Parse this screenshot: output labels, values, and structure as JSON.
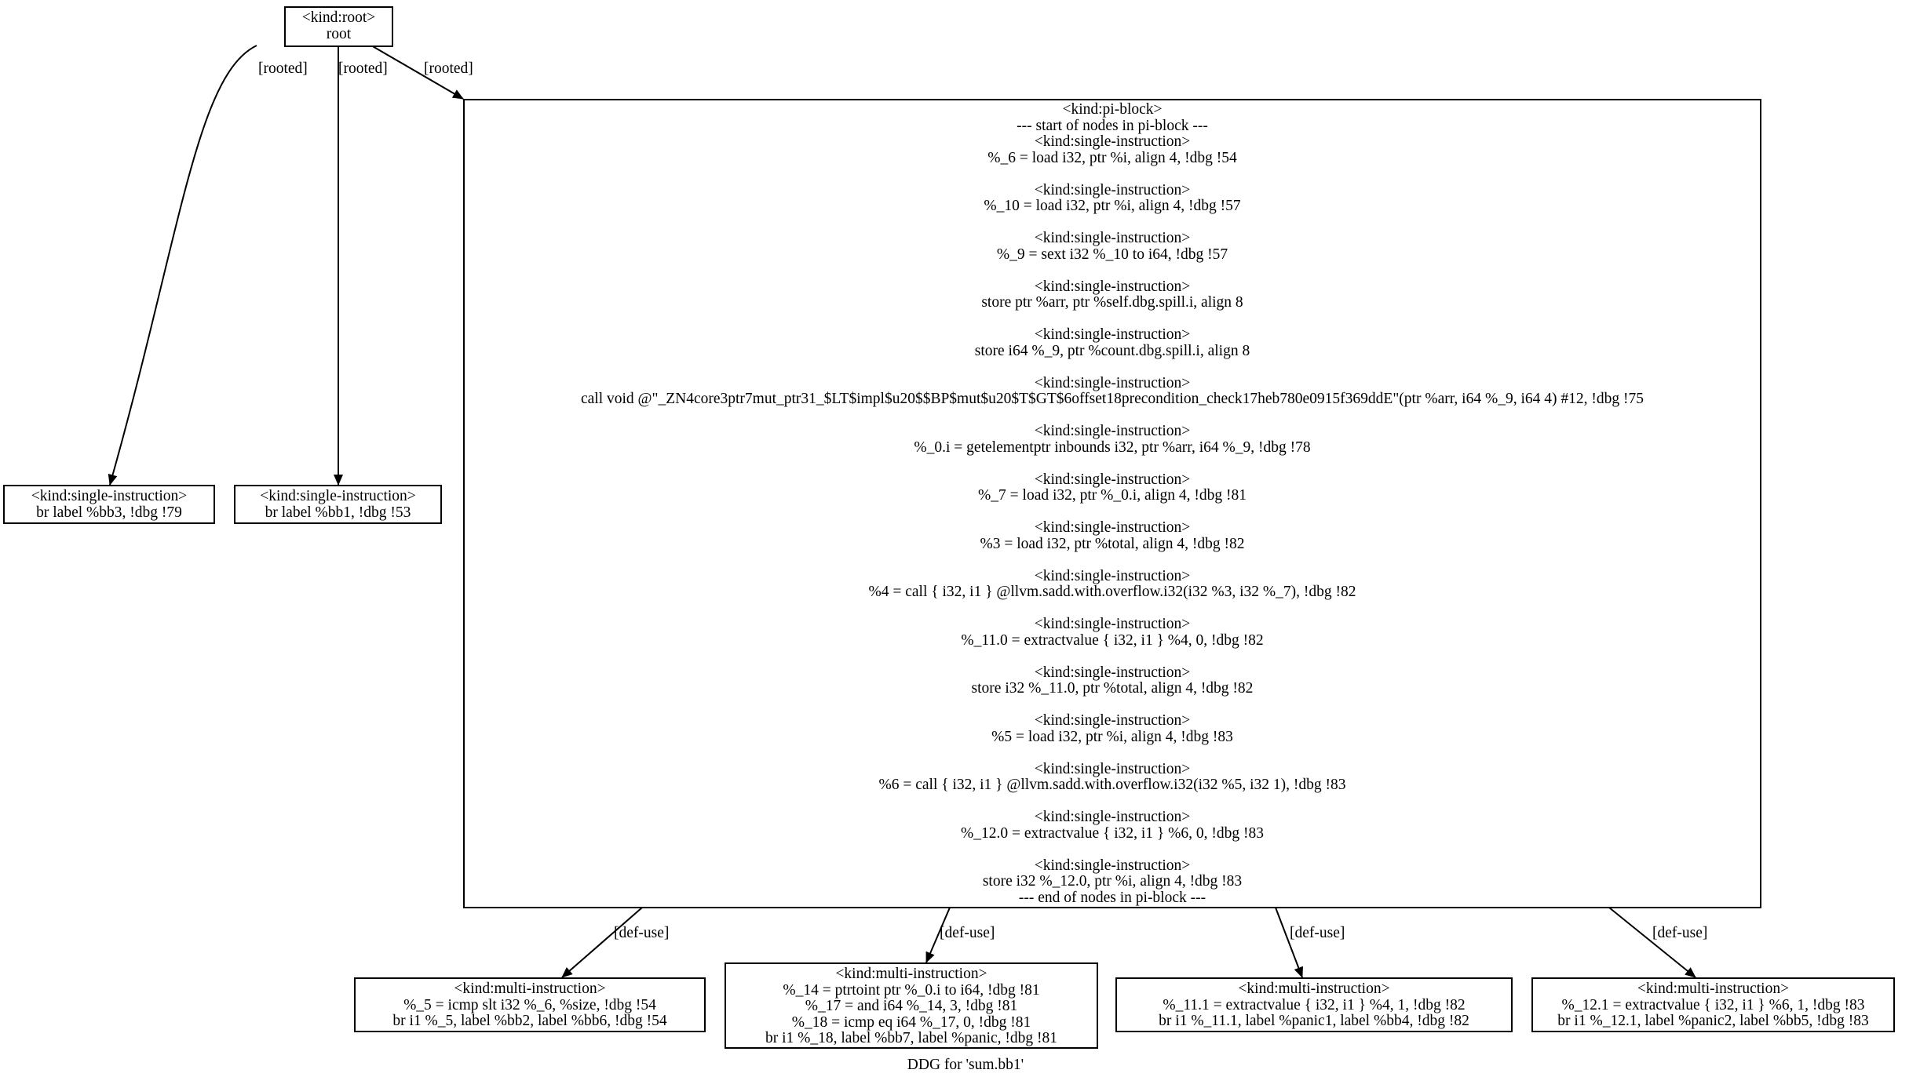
{
  "title": "DDG for 'sum.bb1'",
  "nodes": {
    "root": {
      "lines": [
        "<kind:root>",
        "root"
      ]
    },
    "leaf1": {
      "lines": [
        "<kind:single-instruction>",
        "br label %bb3, !dbg !79"
      ]
    },
    "leaf2": {
      "lines": [
        "<kind:single-instruction>",
        "br label %bb1, !dbg !53"
      ]
    },
    "pi": {
      "lines": [
        "<kind:pi-block>",
        "--- start of nodes in pi-block ---",
        "<kind:single-instruction>",
        "%_6 = load i32, ptr %i, align 4, !dbg !54",
        "",
        "<kind:single-instruction>",
        "%_10 = load i32, ptr %i, align 4, !dbg !57",
        "",
        "<kind:single-instruction>",
        "%_9 = sext i32 %_10 to i64, !dbg !57",
        "",
        "<kind:single-instruction>",
        "store ptr %arr, ptr %self.dbg.spill.i, align 8",
        "",
        "<kind:single-instruction>",
        "store i64 %_9, ptr %count.dbg.spill.i, align 8",
        "",
        "<kind:single-instruction>",
        "call void @\"_ZN4core3ptr7mut_ptr31_$LT$impl$u20$$BP$mut$u20$T$GT$6offset18precondition_check17heb780e0915f369ddE\"(ptr %arr, i64 %_9, i64 4) #12, !dbg !75",
        "",
        "<kind:single-instruction>",
        "%_0.i = getelementptr inbounds i32, ptr %arr, i64 %_9, !dbg !78",
        "",
        "<kind:single-instruction>",
        "%_7 = load i32, ptr %_0.i, align 4, !dbg !81",
        "",
        "<kind:single-instruction>",
        "%3 = load i32, ptr %total, align 4, !dbg !82",
        "",
        "<kind:single-instruction>",
        "%4 = call { i32, i1 } @llvm.sadd.with.overflow.i32(i32 %3, i32 %_7), !dbg !82",
        "",
        "<kind:single-instruction>",
        "%_11.0 = extractvalue { i32, i1 } %4, 0, !dbg !82",
        "",
        "<kind:single-instruction>",
        "store i32 %_11.0, ptr %total, align 4, !dbg !82",
        "",
        "<kind:single-instruction>",
        "%5 = load i32, ptr %i, align 4, !dbg !83",
        "",
        "<kind:single-instruction>",
        "%6 = call { i32, i1 } @llvm.sadd.with.overflow.i32(i32 %5, i32 1), !dbg !83",
        "",
        "<kind:single-instruction>",
        "%_12.0 = extractvalue { i32, i1 } %6, 0, !dbg !83",
        "",
        "<kind:single-instruction>",
        "store i32 %_12.0, ptr %i, align 4, !dbg !83",
        "--- end of nodes in pi-block ---"
      ]
    },
    "m1": {
      "lines": [
        "<kind:multi-instruction>",
        "%_5 = icmp slt i32 %_6, %size, !dbg !54",
        "br i1 %_5, label %bb2, label %bb6, !dbg !54"
      ]
    },
    "m2": {
      "lines": [
        "<kind:multi-instruction>",
        "%_14 = ptrtoint ptr %_0.i to i64, !dbg !81",
        "%_17 = and i64 %_14, 3, !dbg !81",
        "%_18 = icmp eq i64 %_17, 0, !dbg !81",
        "br i1 %_18, label %bb7, label %panic, !dbg !81"
      ]
    },
    "m3": {
      "lines": [
        "<kind:multi-instruction>",
        "%_11.1 = extractvalue { i32, i1 } %4, 1, !dbg !82",
        "br i1 %_11.1, label %panic1, label %bb4, !dbg !82"
      ]
    },
    "m4": {
      "lines": [
        "<kind:multi-instruction>",
        "%_12.1 = extractvalue { i32, i1 } %6, 1, !dbg !83",
        "br i1 %_12.1, label %panic2, label %bb5, !dbg !83"
      ]
    }
  },
  "edges": [
    {
      "from": "root",
      "to": "leaf1",
      "label": "[rooted]"
    },
    {
      "from": "root",
      "to": "leaf2",
      "label": "[rooted]"
    },
    {
      "from": "root",
      "to": "pi",
      "label": "[rooted]"
    },
    {
      "from": "pi",
      "to": "m1",
      "label": "[def-use]"
    },
    {
      "from": "pi",
      "to": "m2",
      "label": "[def-use]"
    },
    {
      "from": "pi",
      "to": "m3",
      "label": "[def-use]"
    },
    {
      "from": "pi",
      "to": "m4",
      "label": "[def-use]"
    }
  ]
}
